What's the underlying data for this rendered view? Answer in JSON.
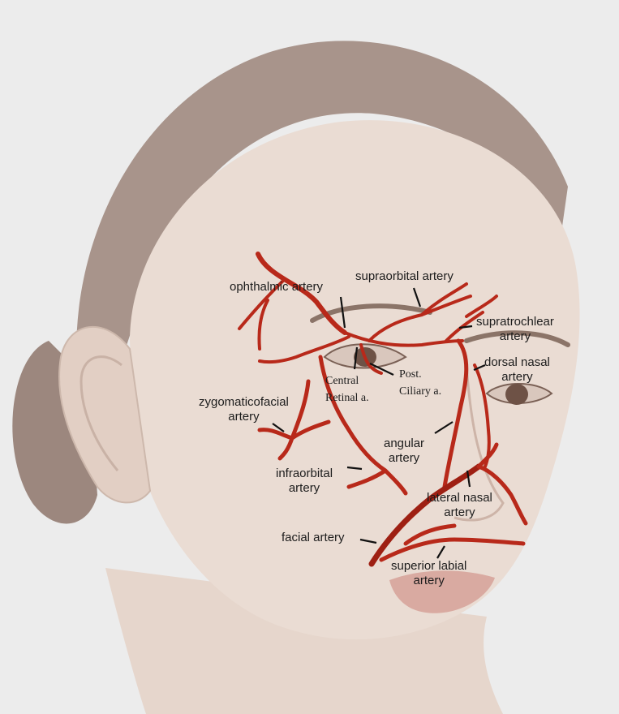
{
  "colors": {
    "background": "#ececec",
    "skin": "#eadcd3",
    "hair": "#a8948b",
    "artery": "#b8291a",
    "artery_dark": "#7f160c",
    "leader_line": "#111111"
  },
  "labels": {
    "ophthalmic": "ophthalmic artery",
    "supraorbital": "supraorbital artery",
    "supratrochlear": "supratrochlear\nartery",
    "dorsal_nasal": "dorsal nasal\nartery",
    "central_retinal": "Central\nRetinal a.",
    "post_ciliary": "Post.\nCiliary a.",
    "zygomaticofacial": "zygomaticofacial\nartery",
    "angular": "angular\nartery",
    "infraorbital": "infraorbital\nartery",
    "lateral_nasal": "lateral nasal\nartery",
    "facial": "facial artery",
    "superior_labial": "superior labial\nartery"
  }
}
